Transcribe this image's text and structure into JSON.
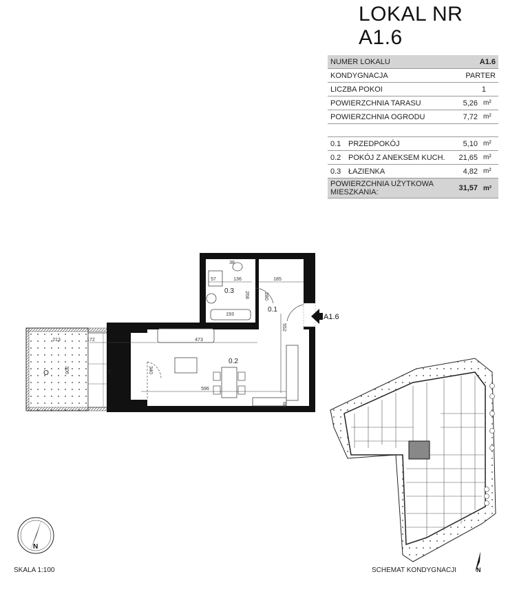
{
  "title": "LOKAL NR A1.6",
  "summary": [
    {
      "label": "NUMER LOKALU",
      "value": "A1.6",
      "unit": ""
    },
    {
      "label": "KONDYGNACJA",
      "value": "PARTER",
      "unit": ""
    },
    {
      "label": "LICZBA POKOI",
      "value": "1",
      "unit": ""
    },
    {
      "label": "POWIERZCHNIA TARASU",
      "value": "5,26",
      "unit": "m²"
    },
    {
      "label": "POWIERZCHNIA OGRODU",
      "value": "7,72",
      "unit": "m²"
    }
  ],
  "rooms": [
    {
      "no": "0.1",
      "name": "PRZEDPOKÓJ",
      "value": "5,10",
      "unit": "m²"
    },
    {
      "no": "0.2",
      "name": "POKÓJ Z ANEKSEM  KUCH.",
      "value": "21,65",
      "unit": "m²"
    },
    {
      "no": "0.3",
      "name": "ŁAZIENKA",
      "value": "4,82",
      "unit": "m²"
    }
  ],
  "total": {
    "label": "POWIERZCHNIA UŻYTKOWA MIESZKANIA:",
    "value": "31,57",
    "unit": "m²"
  },
  "plan": {
    "room_labels": [
      "0.1",
      "0.2",
      "0.3",
      "T",
      "O"
    ],
    "dimensions": [
      "38",
      "57",
      "136",
      "185",
      "268",
      "280",
      "193",
      "552",
      "213",
      "172",
      "473",
      "340",
      "596",
      "68",
      "306"
    ],
    "entrance": "A1.6"
  },
  "compass": "N",
  "scale": "SKALA 1:100",
  "schematic": "SCHEMAT KONDYGNACJI"
}
